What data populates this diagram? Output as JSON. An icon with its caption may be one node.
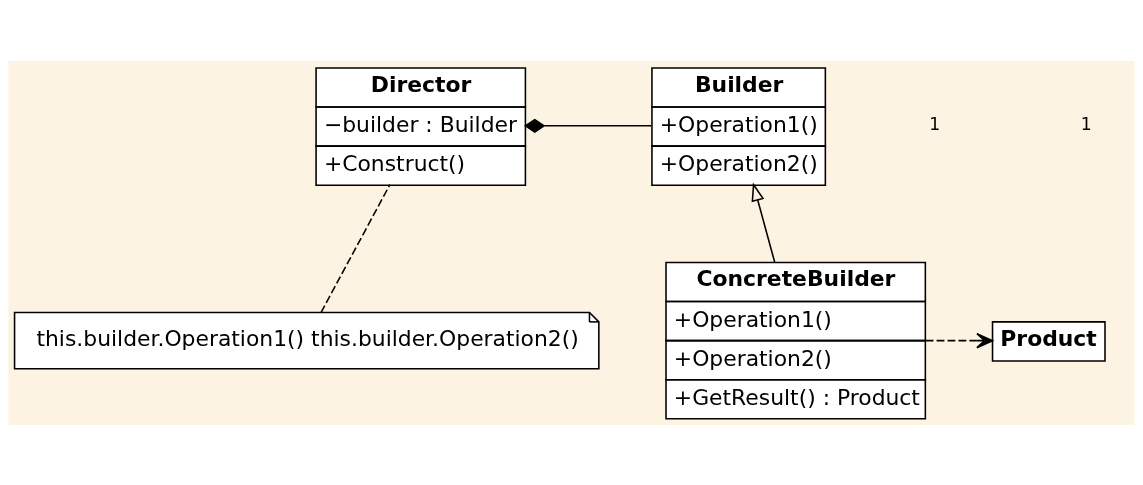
{
  "diagram": {
    "nodes": [
      {
        "text": [
          "Director",
          "−builder : Builder",
          "+Construct()"
        ]
      },
      {
        "text": [
          "Builder",
          "+Operation1()",
          "+Operation2()"
        ]
      },
      {
        "text": [
          "this.builder.Operation1() this.builder.Operation2()"
        ]
      },
      {
        "text": [
          "ConcreteBuilder",
          "+Operation1()",
          "+Operation2()",
          "+GetResult() : Product"
        ]
      },
      {
        "text": [
          "Product"
        ]
      }
    ],
    "edges": [
      {
        "from": 0,
        "to": 1,
        "arrow": "other"
      },
      {
        "from": 2,
        "to": 0,
        "arrow": "none",
        "style": "dashed"
      },
      {
        "from": 3,
        "to": 1,
        "arrow": "to"
      },
      {
        "from": 3,
        "to": 4,
        "arrow": "to",
        "style": "dashed"
      }
    ],
    "labels": [
      "1",
      "1"
    ]
  }
}
